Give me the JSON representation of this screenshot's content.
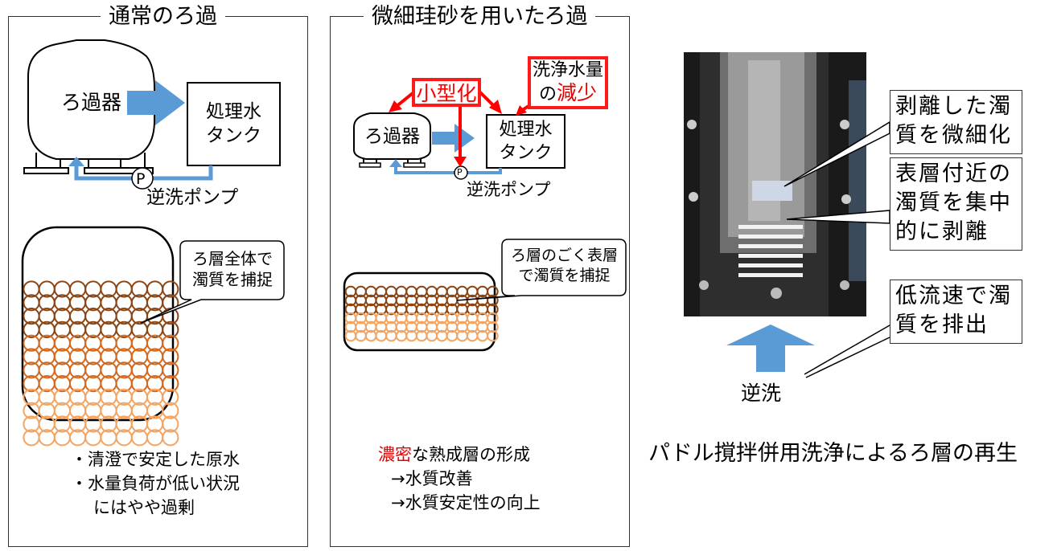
{
  "left_panel": {
    "title": "通常のろ過",
    "filter_label": "ろ過器",
    "tank_label_1": "処理水",
    "tank_label_2": "タンク",
    "pump_symbol": "P",
    "pump_label": "逆洗ポンプ",
    "callout_1": "ろ層全体で",
    "callout_2": "濁質を捕捉",
    "note_1": "・清澄で安定した原水",
    "note_2": "・水量負荷が低い状況",
    "note_3": "にはやや過剰"
  },
  "middle_panel": {
    "title": "微細珪砂を用いたろ過",
    "highlight_small": "小型化",
    "highlight_wash_1": "洗浄水量",
    "highlight_wash_2_pre": "の",
    "highlight_wash_2_red": "減少",
    "filter_label": "ろ過器",
    "tank_label_1": "処理水",
    "tank_label_2": "タンク",
    "pump_symbol": "P",
    "pump_label": "逆洗ポンプ",
    "callout_1": "ろ層のごく表層",
    "callout_2": "で濁質を捕捉",
    "note_1_red": "濃密",
    "note_1_rest": "な熟成層の形成",
    "note_2": "→水質改善",
    "note_3": "→水質安定性の向上"
  },
  "right_panel": {
    "label_1_line1": "剥離した濁",
    "label_1_line2": "質を微細化",
    "label_2_line1": "表層付近の",
    "label_2_line2": "濁質を集中",
    "label_2_line3": "的に剥離",
    "label_3_line1": "低流速で濁",
    "label_3_line2": "質を排出",
    "backwash_label": "逆洗",
    "caption": "パドル撹拌併用洗浄によるろ層の再生"
  },
  "colors": {
    "arrow_blue": "#5b9bd5",
    "highlight_red": "#ff0000",
    "grain_dark": "#8b4513",
    "grain_mid": "#d2691e",
    "grain_light": "#f4a460"
  }
}
